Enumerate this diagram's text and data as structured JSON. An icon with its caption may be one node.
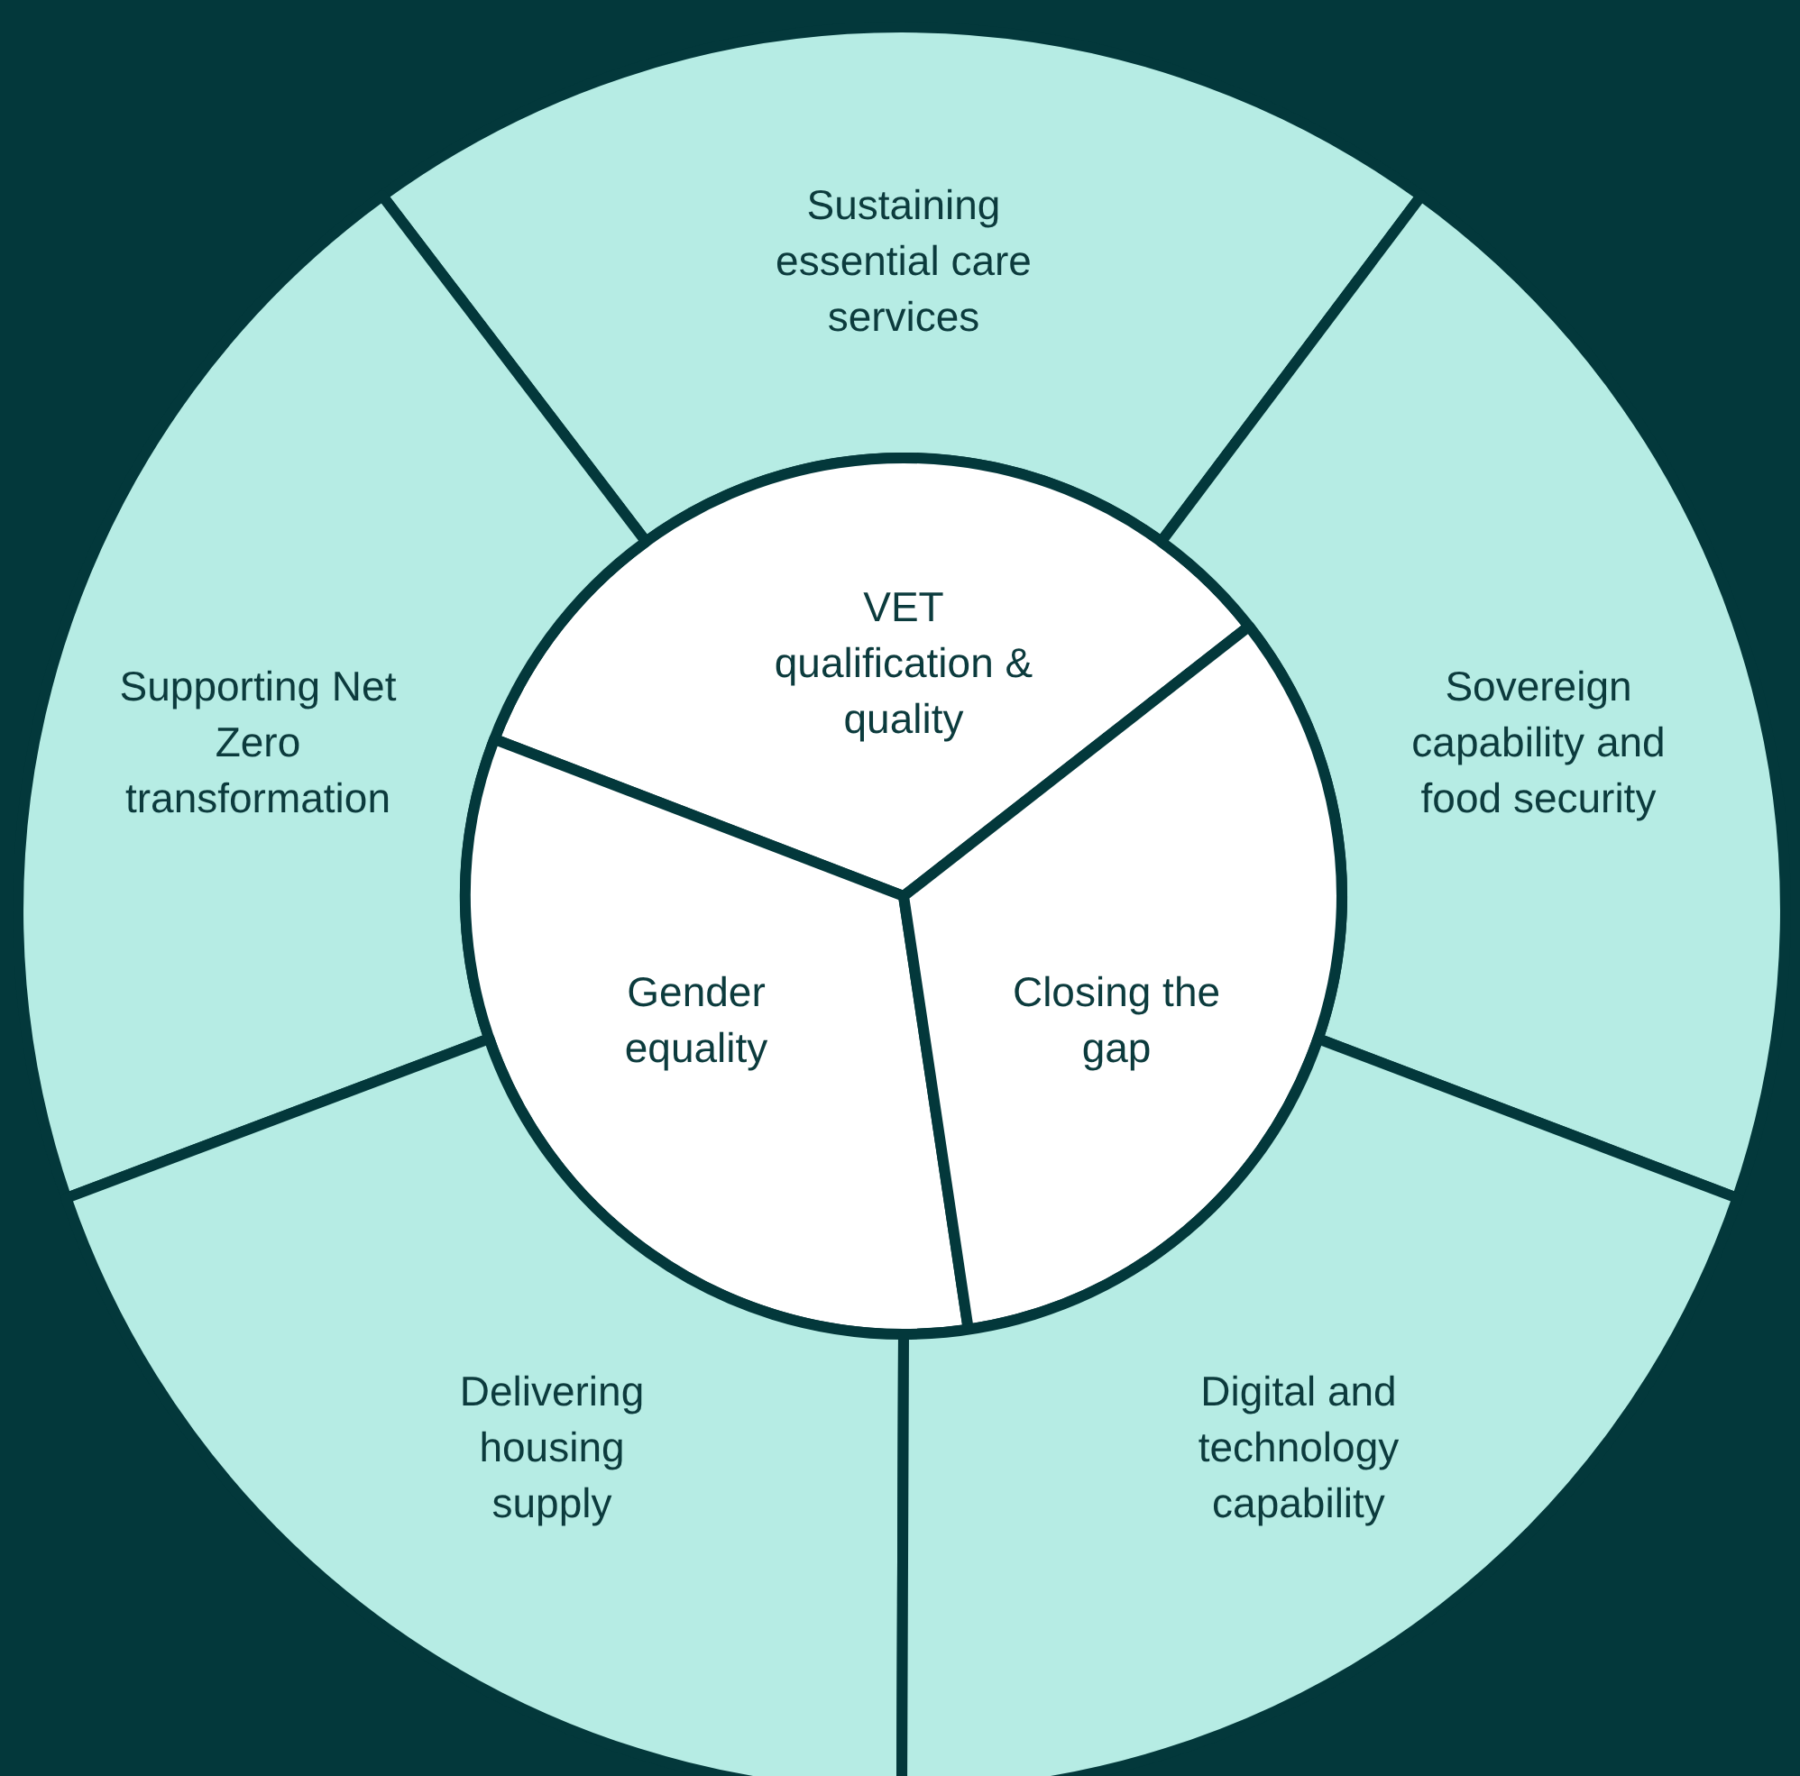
{
  "diagram": {
    "nodes": [
      {
        "text": [
          "Sustaining essential care services"
        ]
      },
      {
        "text": [
          "VET qualification & quality"
        ]
      },
      {
        "text": [
          "Supporting Net Zero transformation"
        ]
      },
      {
        "text": [
          "Sovereign capability and food security"
        ]
      },
      {
        "text": [
          "Gender equality"
        ]
      },
      {
        "text": [
          "Closing the gap"
        ]
      },
      {
        "text": [
          "Delivering housing supply"
        ]
      },
      {
        "text": [
          "Digital and technology capability"
        ]
      }
    ]
  }
}
